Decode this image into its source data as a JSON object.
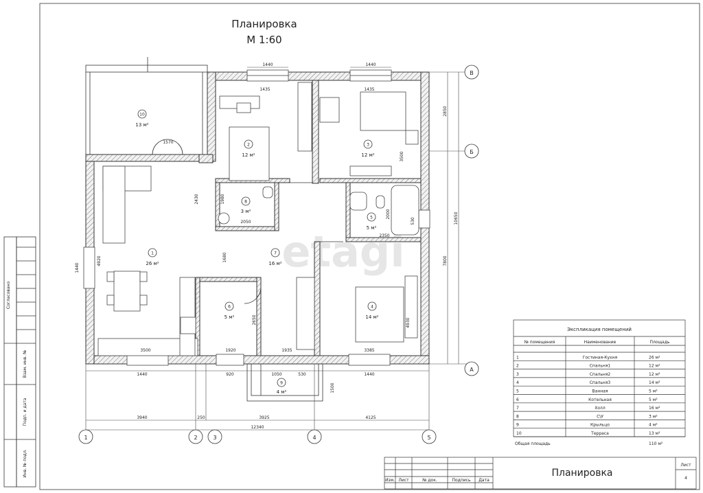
{
  "title": {
    "line1": "Планировка",
    "line2": "М 1:60"
  },
  "rooms": [
    {
      "id": "1",
      "area": "26 м²"
    },
    {
      "id": "2",
      "area": "12 м²"
    },
    {
      "id": "3",
      "area": "12 м²"
    },
    {
      "id": "4",
      "area": "14 м²"
    },
    {
      "id": "5",
      "area": "5 м²"
    },
    {
      "id": "6",
      "area": "5 м²"
    },
    {
      "id": "7",
      "area": "16 м²"
    },
    {
      "id": "8",
      "area": "3 м²"
    },
    {
      "id": "9",
      "area": "4 м²"
    },
    {
      "id": "10",
      "area": "13 м²"
    }
  ],
  "axes_h": [
    "1",
    "2",
    "3",
    "4",
    "5"
  ],
  "axes_v": [
    "В",
    "Б",
    "А"
  ],
  "dims": {
    "top1": "1440",
    "top2": "1440",
    "d1435a": "1435",
    "d1435b": "1435",
    "d1570": "1570",
    "d2430": "2430",
    "d1440l": "1440",
    "d4920": "4920",
    "d1680": "1680",
    "d2050": "2050",
    "d1980": "1980",
    "d3500r": "3500",
    "d2000": "2000",
    "d2350": "2350",
    "d530r": "530",
    "d2650": "2650",
    "d4930": "4930",
    "d3500b": "3500",
    "d1920": "1920",
    "d1935": "1935",
    "d3385": "3385",
    "b1440a": "1440",
    "b920": "920",
    "b1050": "1050",
    "b530": "530",
    "b1440b": "1440",
    "b1500": "1500",
    "b3940": "3940",
    "b250": "250",
    "b3925": "3925",
    "b4125": "4125",
    "b12340": "12340",
    "r2850": "2850",
    "r10650": "10650",
    "r7800": "7800"
  },
  "table": {
    "caption": "Экспликация помещений",
    "headers": [
      "№ помещения",
      "Наименование",
      "Площадь"
    ],
    "rows": [
      [
        "1",
        "Гостиная-Кухня",
        "26 м²"
      ],
      [
        "2",
        "Спальня1",
        "12 м²"
      ],
      [
        "3",
        "Спальня2",
        "12 м²"
      ],
      [
        "4",
        "Спальня3",
        "14 м²"
      ],
      [
        "5",
        "Ванная",
        "5 м²"
      ],
      [
        "6",
        "Котельная",
        "5 м²"
      ],
      [
        "7",
        "Холл",
        "16 м²"
      ],
      [
        "8",
        "С\\У",
        "3 м²"
      ],
      [
        "9",
        "Крыльцо",
        "4 м²"
      ],
      [
        "10",
        "Терраса",
        "13 м²"
      ]
    ],
    "total_label": "Общая площадь",
    "total_value": "110 м²"
  },
  "side_labels": [
    "Согласовано",
    "Взам. инв. №",
    "Подп. и дата",
    "Инв. № подл."
  ],
  "stamp": {
    "cols": [
      "Изм.",
      "Лист",
      "№ док.",
      "Подпись",
      "Дата"
    ],
    "title": "Планировка",
    "sheet_label": "Лист",
    "sheet_value": "4"
  },
  "watermark": "etagi"
}
